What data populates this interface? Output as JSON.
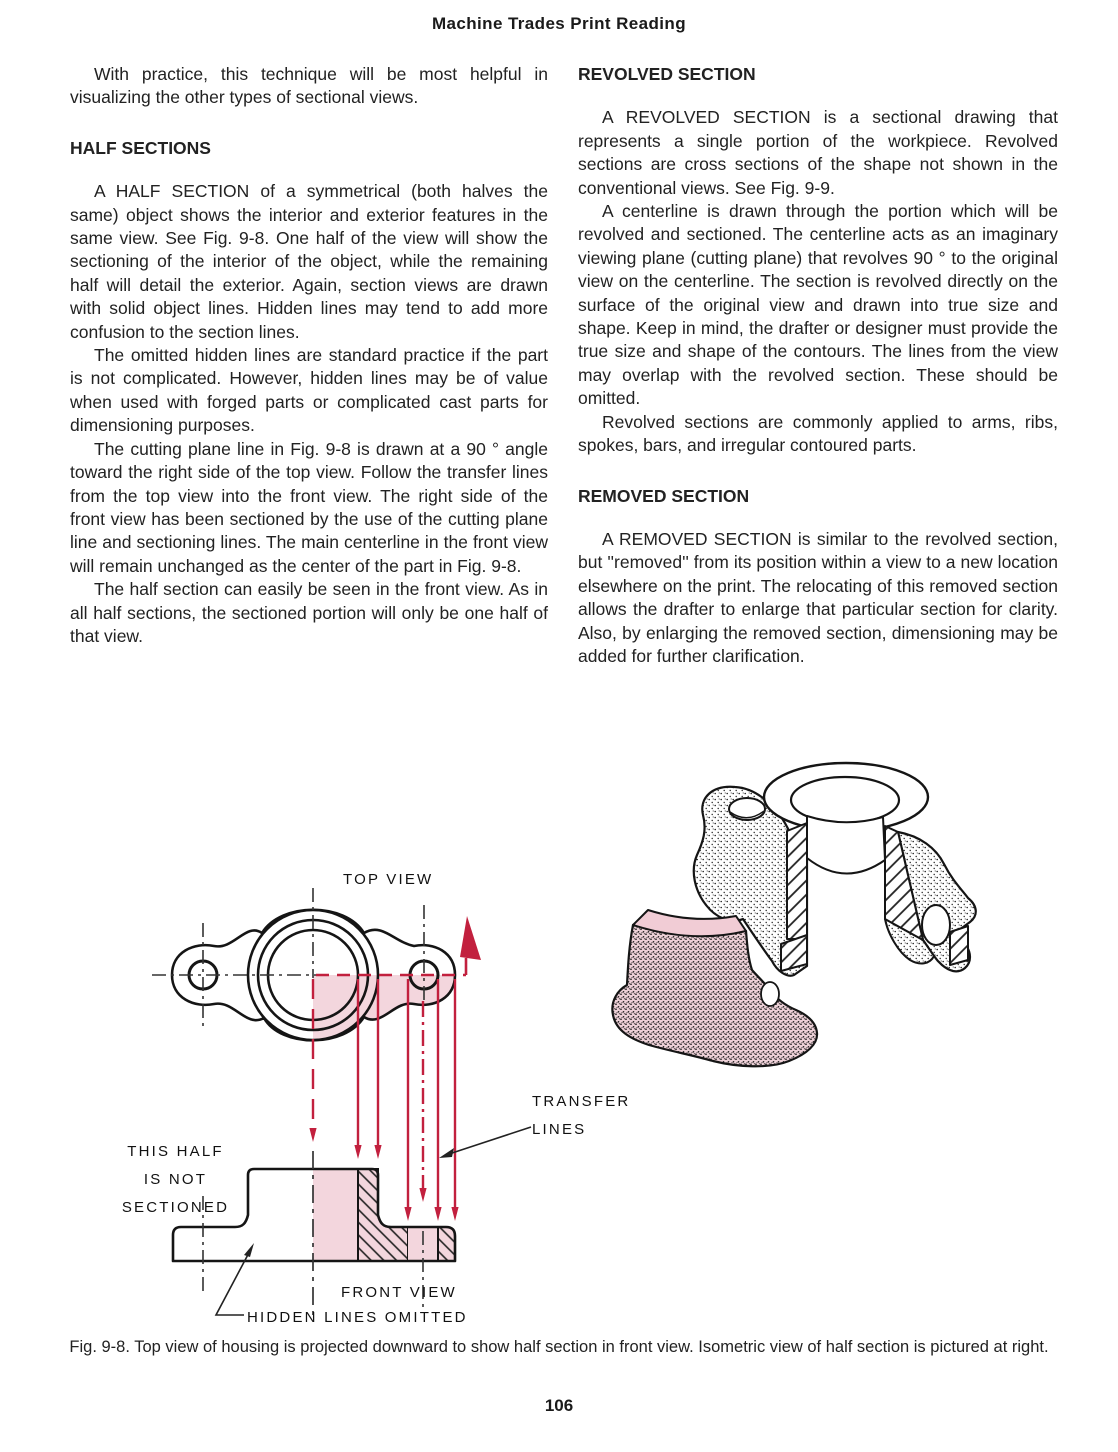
{
  "header": {
    "title": "Machine Trades Print Reading"
  },
  "left_column": {
    "intro": "With practice, this technique will be most helpful in visualizing the other types of sectional views.",
    "half_sections_heading": "HALF SECTIONS",
    "p1": "A HALF SECTION of a symmetrical (both halves the same) object shows the interior and exterior features in the same view. See Fig. 9-8. One half of the view will show the sectioning of the interior of the object, while the remaining half will detail the exterior. Again, section views are drawn with solid object lines. Hidden lines may tend to add more confusion to the section lines.",
    "p2": "The omitted hidden lines are standard practice if the part is not complicated. However, hidden lines may be of value when used with forged parts or complicated cast parts for dimensioning purposes.",
    "p3": "The cutting plane line in Fig. 9-8 is drawn at a 90 ° angle toward the right side of the top view. Follow the transfer lines from the top view into the front view. The right side of the front view has been sectioned by the use of the cutting plane line and sectioning lines. The main centerline in the front view will remain unchanged as the center of the part in Fig. 9-8.",
    "p4": "The half section can easily be seen in the front view. As in all half sections, the sectioned portion will only be one half of that view."
  },
  "right_column": {
    "revolved_heading": "REVOLVED SECTION",
    "p1": "A REVOLVED SECTION is a sectional drawing that represents a single portion of the workpiece. Revolved sections are cross sections of the shape not shown in the conventional views. See Fig. 9-9.",
    "p2": "A centerline is drawn through the portion which will be revolved and sectioned. The centerline acts as an imaginary viewing plane (cutting plane) that revolves 90 ° to the original view on the centerline. The section is revolved directly on the surface of the original view and drawn into true size and shape. Keep in mind, the drafter or designer must provide the true size and shape of the contours. The lines from the view may overlap with the revolved section. These should be omitted.",
    "p3": "Revolved sections are commonly applied to arms, ribs, spokes, bars, and irregular contoured parts.",
    "removed_heading": "REMOVED SECTION",
    "p4": "A REMOVED SECTION is similar to the revolved section, but ''removed'' from its position within a view to a new location elsewhere on the print. The relocating of this removed section allows the drafter to enlarge that particular section for clarity. Also, by enlarging the removed section, dimensioning may be added for further clarification."
  },
  "figure": {
    "labels": {
      "top_view": "TOP VIEW",
      "this_half_line1": "THIS HALF",
      "this_half_line2": "IS NOT",
      "this_half_line3": "SECTIONED",
      "transfer_line1": "TRANSFER",
      "transfer_line2": "LINES",
      "front_view": "FRONT VIEW",
      "hidden_lines": "HIDDEN LINES OMITTED"
    },
    "colors": {
      "section_red": "#c2203e",
      "section_pink": "#f3d6dd"
    },
    "caption": "Fig. 9-8. Top view of housing is projected downward to show half section in front view. Isometric view of half section is pictured at right."
  },
  "footer": {
    "page_number": "106"
  }
}
